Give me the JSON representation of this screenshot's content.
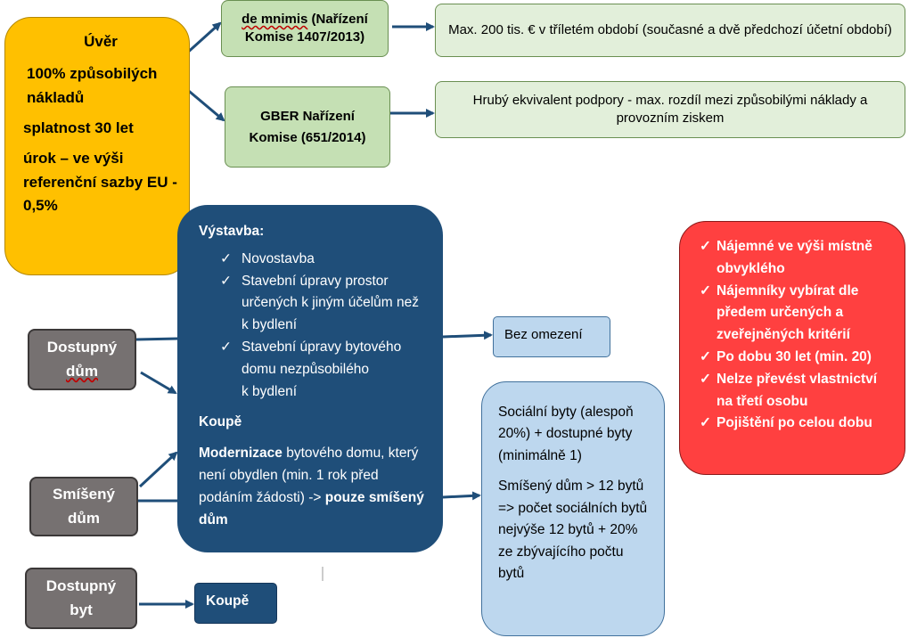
{
  "loan": {
    "title": "Úvěr",
    "line1": "100% způsobilých nákladů",
    "line2": "splatnost 30 let",
    "line3": "úrok – ve výši referenční sazby EU -  0,5%"
  },
  "de_minimis": {
    "word": "de mnimis",
    "rest": " (Nařízení Komise 1407/2013)",
    "detail": "Max. 200 tis. € v tříletém období (současné a dvě předchozí účetní období)"
  },
  "gber": {
    "label": "GBER Nařízení Komise (651/2014)",
    "detail": "Hrubý ekvivalent podpory -  max. rozdíl mezi způsobilými náklady a provozním ziskem"
  },
  "construction": {
    "heading": "Výstavba:",
    "items": [
      "Novostavba",
      "Stavební úpravy prostor určených k jiným účelům než k bydlení",
      "Stavební úpravy bytového domu nezpůsobilého\nk bydlení"
    ],
    "purchase": "Koupě",
    "modern_bold": "Modernizace",
    "modern_text": " bytového domu, který není obydlen (min. 1 rok před podáním žádosti) -> ",
    "modern_tail": "pouze smíšený dům"
  },
  "bez_omezeni": "Bez omezení",
  "social": {
    "p1": "Sociální byty (alespoň 20%) + dostupné byty (minimálně 1)",
    "p2": "Smíšený dům > 12 bytů  => počet sociálních bytů nejvýše 12 bytů + 20% ze zbývajícího počtu bytů"
  },
  "conditions": [
    "Nájemné ve výši místně obvyklého",
    "Nájemníky vybírat dle předem určených a zveřejněných kritérií",
    "Po dobu 30 let (min. 20)",
    "Nelze převést vlastnictví na třetí osobu",
    "Pojištění po celou dobu"
  ],
  "dostupny_dum": {
    "l1": "Dostupný",
    "l2": "dům"
  },
  "smiseny_dum": {
    "l1": "Smíšený",
    "l2": "dům"
  },
  "dostupny_byt": {
    "l1": "Dostupný",
    "l2": "byt"
  },
  "koupe_small": "Koupě",
  "colors": {
    "loan": "#ffc000",
    "green": "#c5e0b4",
    "pale_green": "#e2efda",
    "navy": "#1f4e79",
    "light_blue": "#bdd7ee",
    "red": "#ff4040",
    "gray": "#767171",
    "arrow": "#1f4e79"
  }
}
